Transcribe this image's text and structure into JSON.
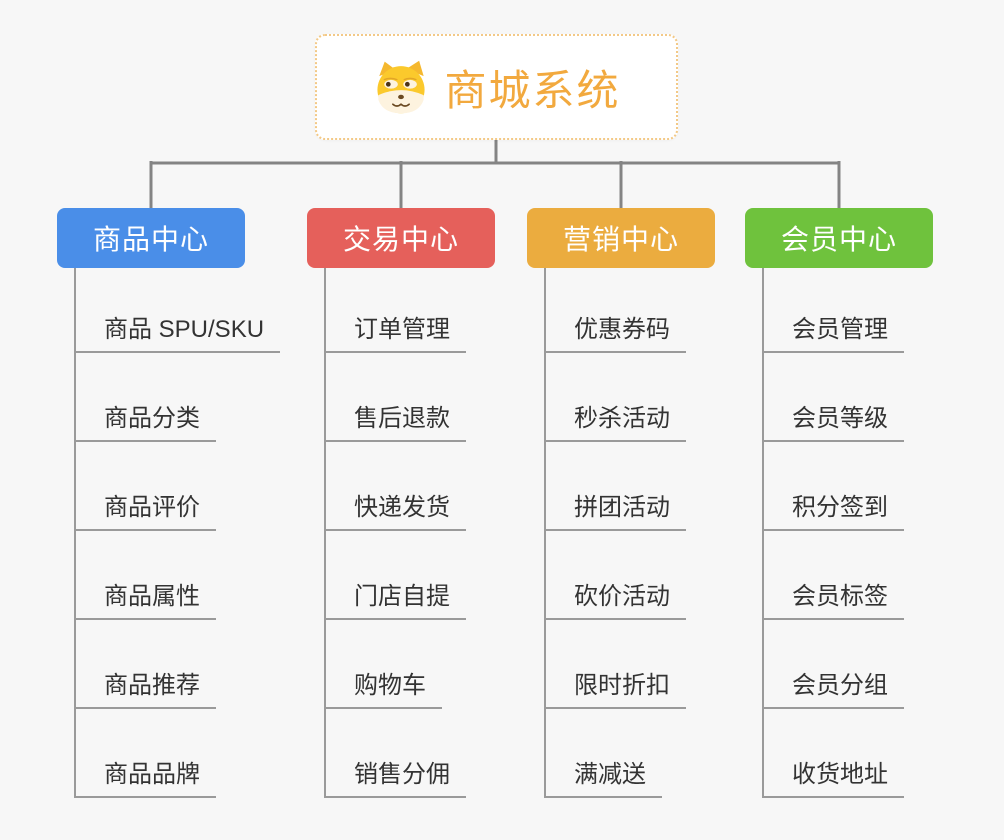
{
  "root": {
    "title": "商城系统",
    "icon": "doge-icon"
  },
  "colors": {
    "background": "#f7f7f7",
    "root_title": "#f2a93e",
    "root_border": "#f3c987",
    "connector_line": "#848484",
    "item_line": "#9a9a9a",
    "item_text": "#333333",
    "branch_product": "#4a8ee8",
    "branch_trade": "#e5605b",
    "branch_marketing": "#ebac3f",
    "branch_member": "#6fc23d"
  },
  "branches": [
    {
      "label": "商品中心",
      "color": "#4a8ee8",
      "items": [
        "商品 SPU/SKU",
        "商品分类",
        "商品评价",
        "商品属性",
        "商品推荐",
        "商品品牌"
      ]
    },
    {
      "label": "交易中心",
      "color": "#e5605b",
      "items": [
        "订单管理",
        "售后退款",
        "快递发货",
        "门店自提",
        "购物车",
        "销售分佣"
      ]
    },
    {
      "label": "营销中心",
      "color": "#ebac3f",
      "items": [
        "优惠券码",
        "秒杀活动",
        "拼团活动",
        "砍价活动",
        "限时折扣",
        "满减送"
      ]
    },
    {
      "label": "会员中心",
      "color": "#6fc23d",
      "items": [
        "会员管理",
        "会员等级",
        "积分签到",
        "会员标签",
        "会员分组",
        "收货地址"
      ]
    }
  ]
}
